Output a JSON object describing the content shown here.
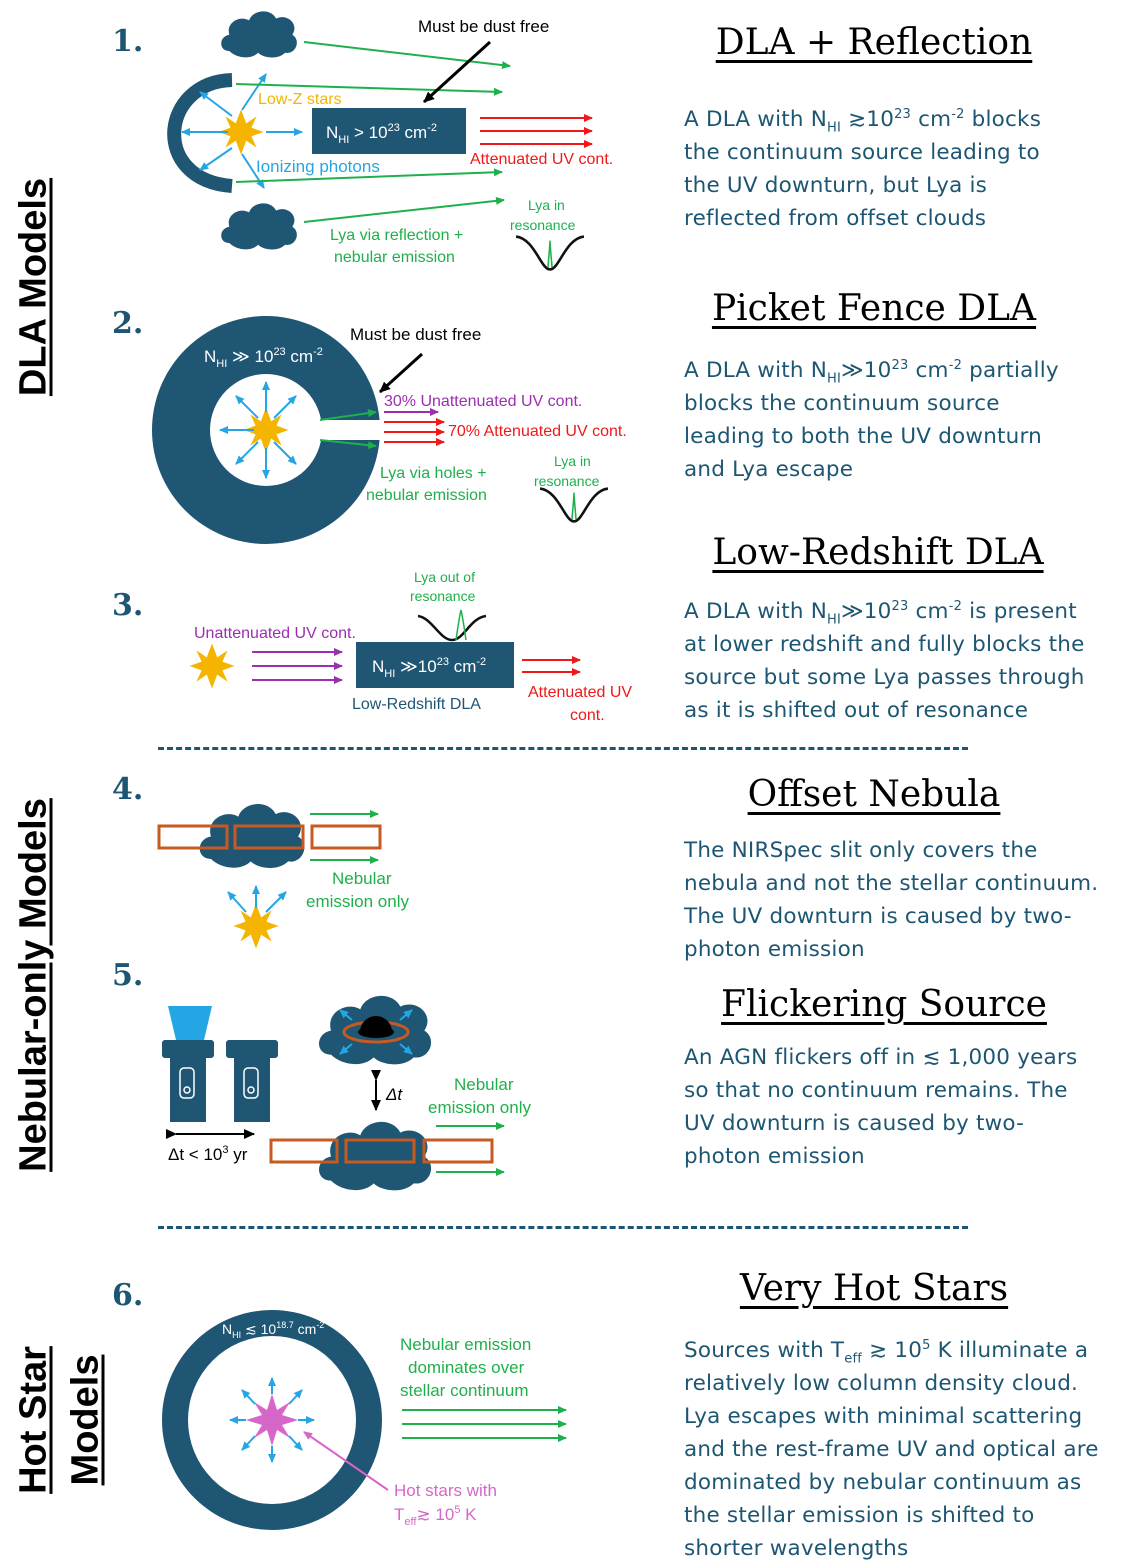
{
  "groups": {
    "dla": "DLA Models",
    "nebular": "Nebular-only Models",
    "hot_star_1": "Hot Star",
    "hot_star_2": "Models"
  },
  "models": [
    {
      "number": "1.",
      "title": "DLA + Reflection",
      "desc": [
        "A DLA with N",
        "HI",
        " ≳10",
        "23",
        " cm",
        "-2",
        " blocks",
        "the continuum source leading to",
        "the UV downturn, but Lya is",
        "reflected from offset clouds"
      ],
      "labels": {
        "dust": "Must be dust free",
        "lowz": "Low-Z stars",
        "nhi": "N",
        "nhi_sub": "HI",
        "nhi_val": " > 10",
        "nhi_sup": "23",
        "nhi_unit": " cm",
        "nhi_unit_sup": "-2",
        "ionizing": "Ionizing photons",
        "attenuated": "Attenuated UV cont.",
        "lya_reflection_1": "Lya via reflection +",
        "lya_reflection_2": "nebular emission",
        "lya_res_1": "Lya in",
        "lya_res_2": "resonance"
      }
    },
    {
      "number": "2.",
      "title": "Picket Fence DLA",
      "desc": [
        "A DLA with N",
        "HI",
        "≫10",
        "23",
        " cm",
        "-2",
        " partially",
        "blocks the continuum source",
        "leading to both the UV downturn",
        "and Lya escape"
      ],
      "labels": {
        "dust": "Must be dust free",
        "nhi": "N",
        "nhi_sub": "HI",
        "nhi_val": " ≫ 10",
        "nhi_sup": "23",
        "nhi_unit": " cm",
        "nhi_unit_sup": "-2",
        "unatt": "30% Unattenuated UV cont.",
        "att": "70% Attenuated UV cont.",
        "holes_1": "Lya via holes +",
        "holes_2": "nebular emission",
        "lya_res_1": "Lya in",
        "lya_res_2": "resonance"
      }
    },
    {
      "number": "3.",
      "title": "Low-Redshift DLA",
      "desc": [
        "A DLA with N",
        "HI",
        "≫10",
        "23",
        " cm",
        "-2",
        " is present",
        "at lower redshift and fully blocks the",
        "source but some Lya passes through",
        "as it is shifted out of resonance"
      ],
      "labels": {
        "lya_out_1": "Lya out of",
        "lya_out_2": "resonance",
        "unatt": "Unattenuated UV cont.",
        "nhi": "N",
        "nhi_sub": "HI",
        "nhi_val": " ≫10",
        "nhi_sup": "23",
        "nhi_unit": " cm",
        "nhi_unit_sup": "-2",
        "dla": "Low-Redshift DLA",
        "att_1": "Attenuated UV",
        "att_2": "cont."
      }
    },
    {
      "number": "4.",
      "title": "Offset Nebula",
      "desc": [
        "The NIRSpec slit only covers the",
        "nebula and not the stellar continuum.",
        "The UV downturn is caused by two-",
        "photon emission"
      ],
      "labels": {
        "neb_1": "Nebular",
        "neb_2": "emission only"
      }
    },
    {
      "number": "5.",
      "title": "Flickering Source",
      "desc": [
        "An AGN flickers off in ≲ 1,000 years",
        "so that no continuum remains. The",
        "UV downturn is caused by two-",
        "photon emission"
      ],
      "labels": {
        "dt": "Δt",
        "dt_full": "Δt < 10",
        "dt_sup": "3",
        "dt_unit": " yr",
        "neb_1": "Nebular",
        "neb_2": "emission only"
      }
    },
    {
      "number": "6.",
      "title": "Very Hot Stars",
      "desc": [
        "Sources with T",
        "eff",
        " ≳ 10",
        "5",
        " K illuminate a",
        "relatively low column density cloud.",
        "Lya escapes with minimal scattering",
        "and the rest-frame UV and optical are",
        "dominated by nebular continuum as",
        "the stellar emission is shifted to",
        "shorter wavelengths"
      ],
      "labels": {
        "nhi": "N",
        "nhi_sub": "HI",
        "nhi_val": " ≲ 10",
        "nhi_sup": "18.7",
        "nhi_unit": " cm",
        "nhi_unit_sup": "-2",
        "neb_1": "Nebular emission",
        "neb_2": "dominates over",
        "neb_3": "stellar continuum",
        "hot_1": "Hot stars with",
        "hot_2": "T",
        "hot_2_sub": "eff",
        "hot_2_rest": "≳ 10",
        "hot_2_sup": "5",
        "hot_2_unit": " K"
      }
    }
  ],
  "colors": {
    "navy": "#1d5672",
    "cloud": "#1f5673",
    "star": "#f5b400",
    "pink_star": "#d667c9",
    "ray": "#25a6e4",
    "green": "#1fb04b",
    "red": "#f01818",
    "purple": "#9b2fae",
    "orange": "#c65a20",
    "text_blue": "#1d5672"
  }
}
